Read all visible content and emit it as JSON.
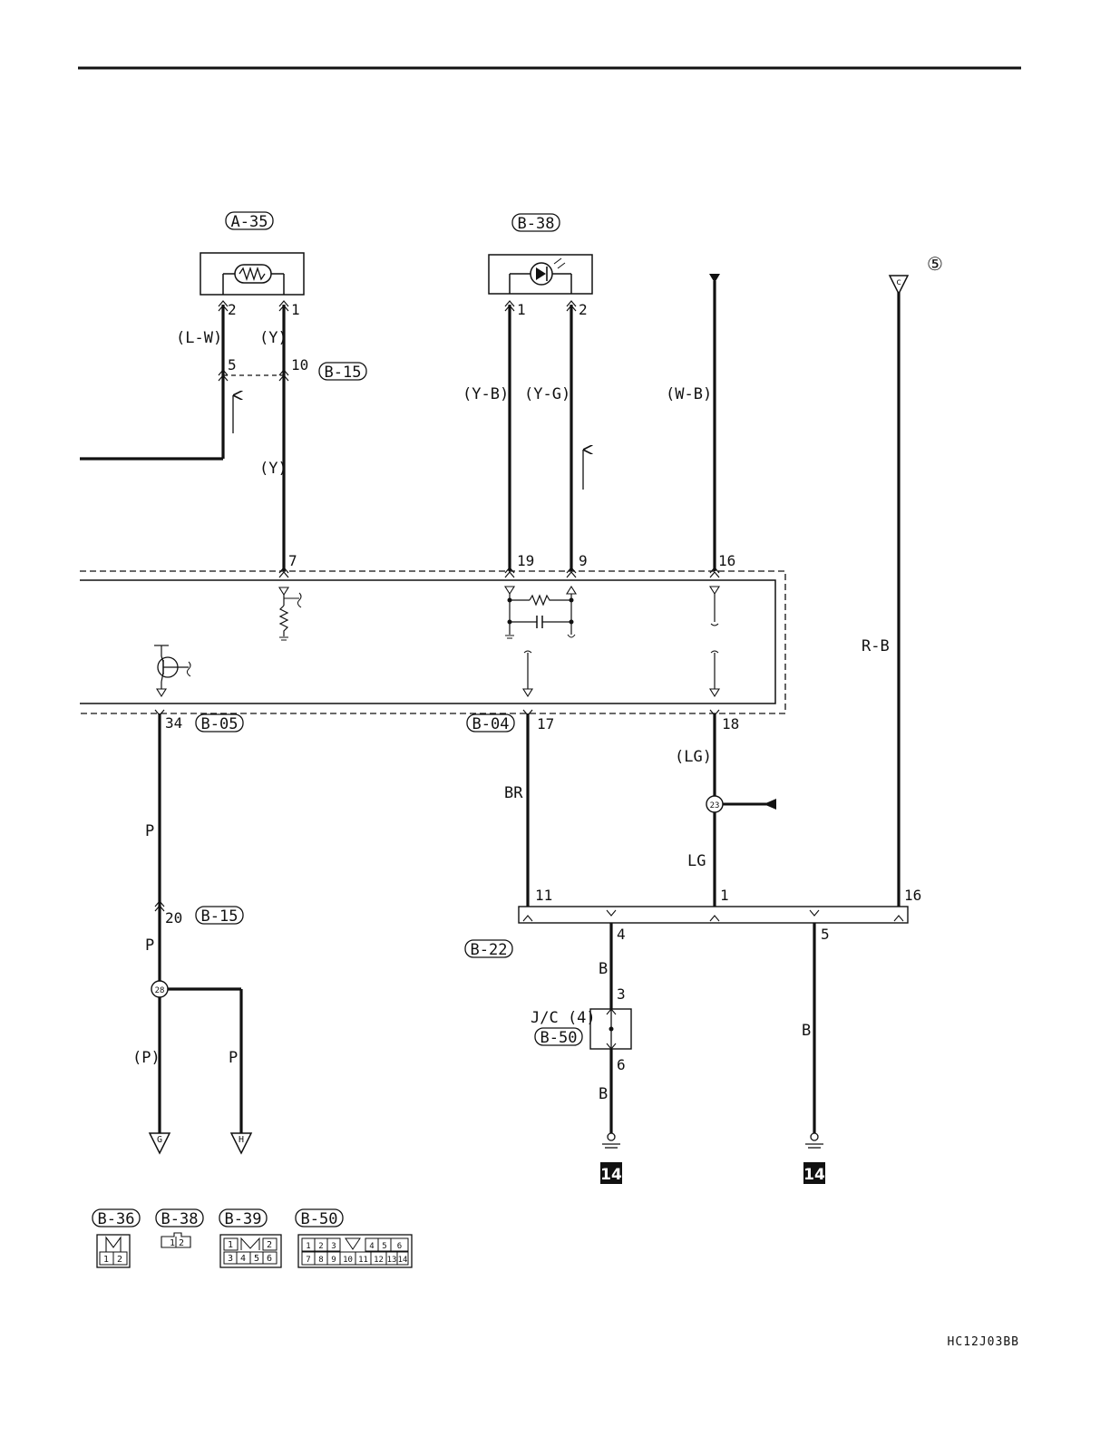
{
  "connectors": {
    "a35": "A-35",
    "b38": "B-38",
    "b15_top": "B-15",
    "b05": "B-05",
    "b04": "B-04",
    "b15_bottom": "B-15",
    "b22": "B-22",
    "b50": "B-50"
  },
  "wires": {
    "lw": "(L-W)",
    "y1": "(Y)",
    "y2": "(Y)",
    "yb": "(Y-B)",
    "yg": "(Y-G)",
    "wb": "(W-B)",
    "rb": "R-B",
    "br": "BR",
    "lg_paren": "(LG)",
    "lg": "LG",
    "p1": "P",
    "p2": "P",
    "p3": "(P)",
    "p4": "P",
    "b1": "B",
    "b2": "B",
    "b3": "B"
  },
  "pins": {
    "a35_2": "2",
    "a35_1": "1",
    "b15_5": "5",
    "b15_10": "10",
    "b38_1": "1",
    "b38_2": "2",
    "ecu_7": "7",
    "ecu_19": "19",
    "ecu_9": "9",
    "ecu_16": "16",
    "ecu_34": "34",
    "ecu_17": "17",
    "ecu_18": "18",
    "b15_20": "20",
    "b22_11": "11",
    "b22_1": "1",
    "b22_16": "16",
    "b22_4": "4",
    "b22_5": "5",
    "jc_3": "3",
    "jc_6": "6"
  },
  "junction_connector": {
    "name": "J/C (4)"
  },
  "splices": {
    "s23": "23",
    "s28": "28"
  },
  "offpage": {
    "c": "c",
    "g": "G",
    "h": "H",
    "five": "⑤"
  },
  "grounds": {
    "g1": "14",
    "g2": "14"
  },
  "legend": {
    "b36": {
      "label": "B-36",
      "pins": [
        "1",
        "2"
      ]
    },
    "b38": {
      "label": "B-38",
      "pins": [
        "1",
        "2"
      ]
    },
    "b39": {
      "label": "B-39",
      "pins": [
        "1",
        "2",
        "3",
        "4",
        "5",
        "6"
      ]
    },
    "b50": {
      "label": "B-50",
      "pins": [
        "1",
        "2",
        "3",
        "4",
        "5",
        "6",
        "7",
        "8",
        "9",
        "10",
        "11",
        "12",
        "13",
        "14"
      ]
    }
  },
  "drawing_code": "HC12J03BB"
}
